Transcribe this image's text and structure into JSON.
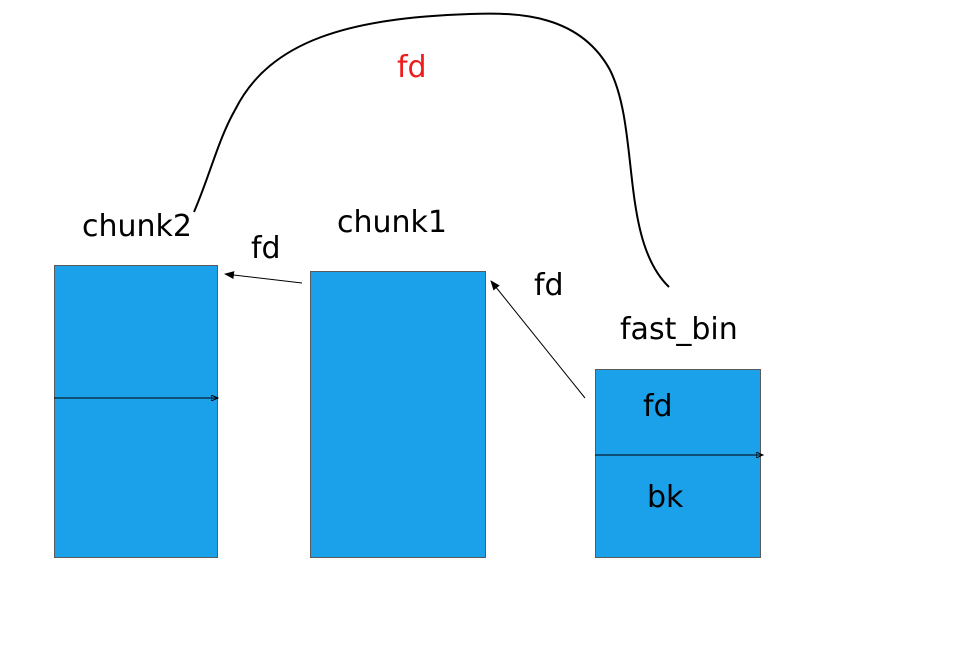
{
  "colors": {
    "block_fill": "#1ba1ea",
    "highlight_label": "#ee1c1c",
    "line": "#000000"
  },
  "chunks": {
    "chunk2": {
      "label": "chunk2"
    },
    "chunk1": {
      "label": "chunk1"
    },
    "fast_bin": {
      "label": "fast_bin",
      "field_top": "fd",
      "field_bottom": "bk"
    }
  },
  "arrows": {
    "chunk1_to_chunk2": "fd",
    "fastbin_to_chunk1": "fd",
    "fastbin_to_chunk2": "fd"
  }
}
